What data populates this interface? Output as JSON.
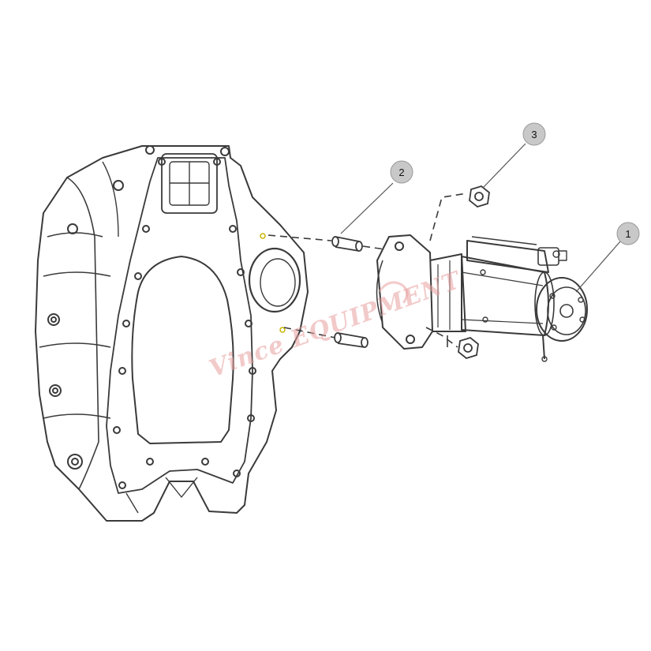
{
  "figure": {
    "watermark_text": "Vince EQUIPMENT",
    "callouts": [
      {
        "id": "callout-1",
        "label": "1",
        "part": "starter-motor"
      },
      {
        "id": "callout-2",
        "label": "2",
        "part": "stud"
      },
      {
        "id": "callout-3",
        "label": "3",
        "part": "nut"
      }
    ],
    "colors": {
      "line": "#3a3a3a",
      "callout_fill": "#c8c8c8",
      "watermark": "#e8a0a0",
      "background": "#ffffff"
    }
  }
}
